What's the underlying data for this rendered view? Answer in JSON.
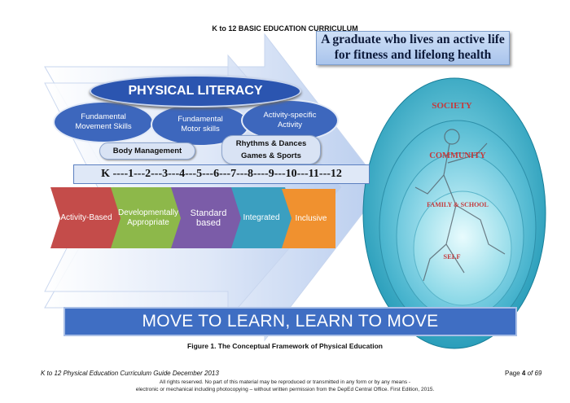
{
  "header": {
    "title": "K to 12 BASIC EDUCATION CURRICULUM"
  },
  "goal": {
    "line1": "A graduate who lives an active life",
    "line2": "for fitness and lifelong health"
  },
  "physical_literacy": "PHYSICAL LITERACY",
  "ovals": {
    "fundamental_movement": [
      "Fundamental",
      "Movement Skills"
    ],
    "fundamental_motor": [
      "Fundamental",
      "Motor skills"
    ],
    "activity_specific": [
      "Activity-specific",
      "Activity"
    ]
  },
  "pills": {
    "body_management": "Body Management",
    "rhythms": "Rhythms & Dances",
    "games": "Games & Sports"
  },
  "kbar": "K ----1---2---3---4---5---6---7---8----9---10---11---12",
  "chevrons": {
    "activity_based": "Activity-Based",
    "developmentally": [
      "Developmentally",
      "Appropriate"
    ],
    "standard": [
      "Standard",
      "based"
    ],
    "integrated": "Integrated",
    "inclusive": "Inclusive"
  },
  "chevron_colors": [
    "#c44c4a",
    "#8db84a",
    "#7b5ca8",
    "#3b9fc0",
    "#f0912f"
  ],
  "circles": {
    "society": "SOCIETY",
    "community": "COMMUNITY",
    "family": "FAMILY & SCHOOL",
    "self": "SELF"
  },
  "banner": "MOVE TO LEARN, LEARN TO MOVE",
  "caption": "Figure 1. The Conceptual Framework of Physical Education",
  "footer": {
    "left": "K to 12 Physical Education Curriculum Guide December 2013",
    "page_prefix": "Page ",
    "page_num": "4",
    "page_suffix": " of 69",
    "rights1": "All rights reserved. No part of this material may be reproduced or transmitted in any form or by any means -",
    "rights2": "electronic or mechanical including photocopying – without written permission from the DepEd Central Office. First Edition, 2015."
  }
}
